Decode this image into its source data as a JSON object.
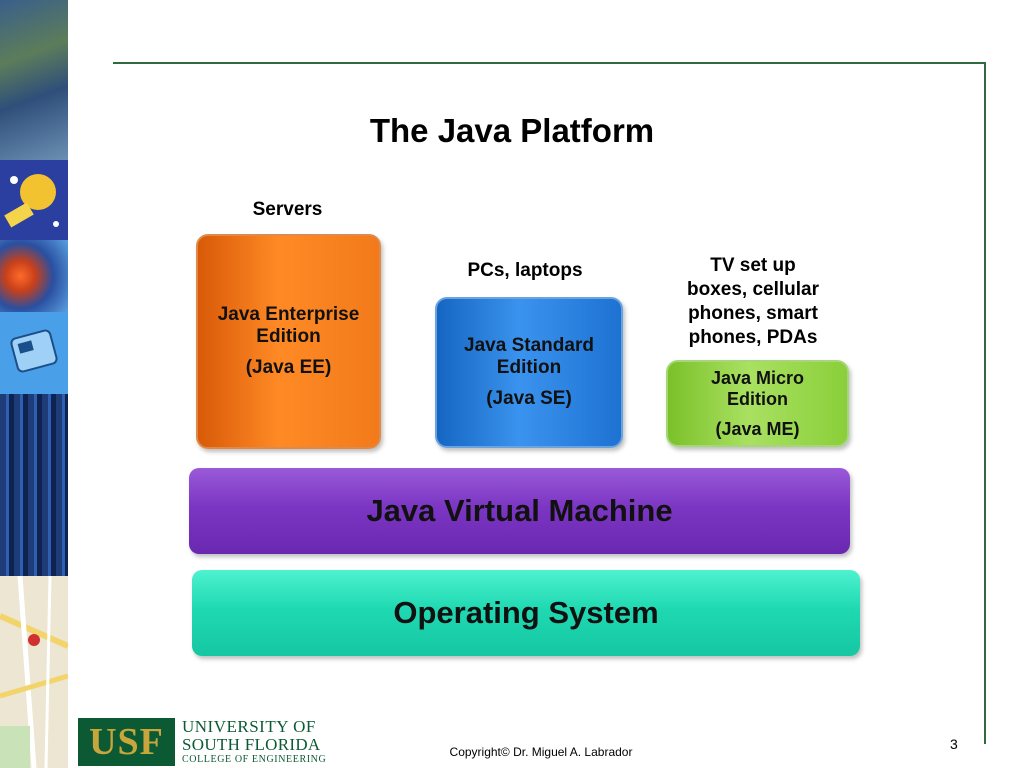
{
  "slide": {
    "title": "The Java Platform",
    "page_number": "3",
    "copyright": "Copyright© Dr. Miguel A. Labrador"
  },
  "captions": {
    "servers": "Servers",
    "pcs": "PCs, laptops",
    "devices": [
      "TV set up",
      "boxes, cellular",
      "phones, smart",
      "phones, PDAs"
    ]
  },
  "editions": {
    "ee": {
      "name_line1": "Java Enterprise",
      "name_line2": "Edition",
      "abbr": "(Java EE)",
      "color": "#f47b20"
    },
    "se": {
      "name_line1": "Java Standard",
      "name_line2": "Edition",
      "abbr": "(Java SE)",
      "color": "#2f86e2"
    },
    "me": {
      "name_line1": "Java Micro",
      "name_line2": "Edition",
      "abbr": "(Java ME)",
      "color": "#9ad44c"
    }
  },
  "layers": {
    "jvm": {
      "label": "Java Virtual Machine",
      "color": "#7b36c3"
    },
    "os": {
      "label": "Operating System",
      "color": "#1fd9b2"
    }
  },
  "logo": {
    "mark": "USF",
    "line1": "UNIVERSITY OF",
    "line2": "SOUTH FLORIDA",
    "line3": "COLLEGE OF ENGINEERING"
  },
  "theme": {
    "frame_color": "#2e6b3f",
    "logo_green": "#0c5a34",
    "logo_gold": "#c9a63b"
  }
}
